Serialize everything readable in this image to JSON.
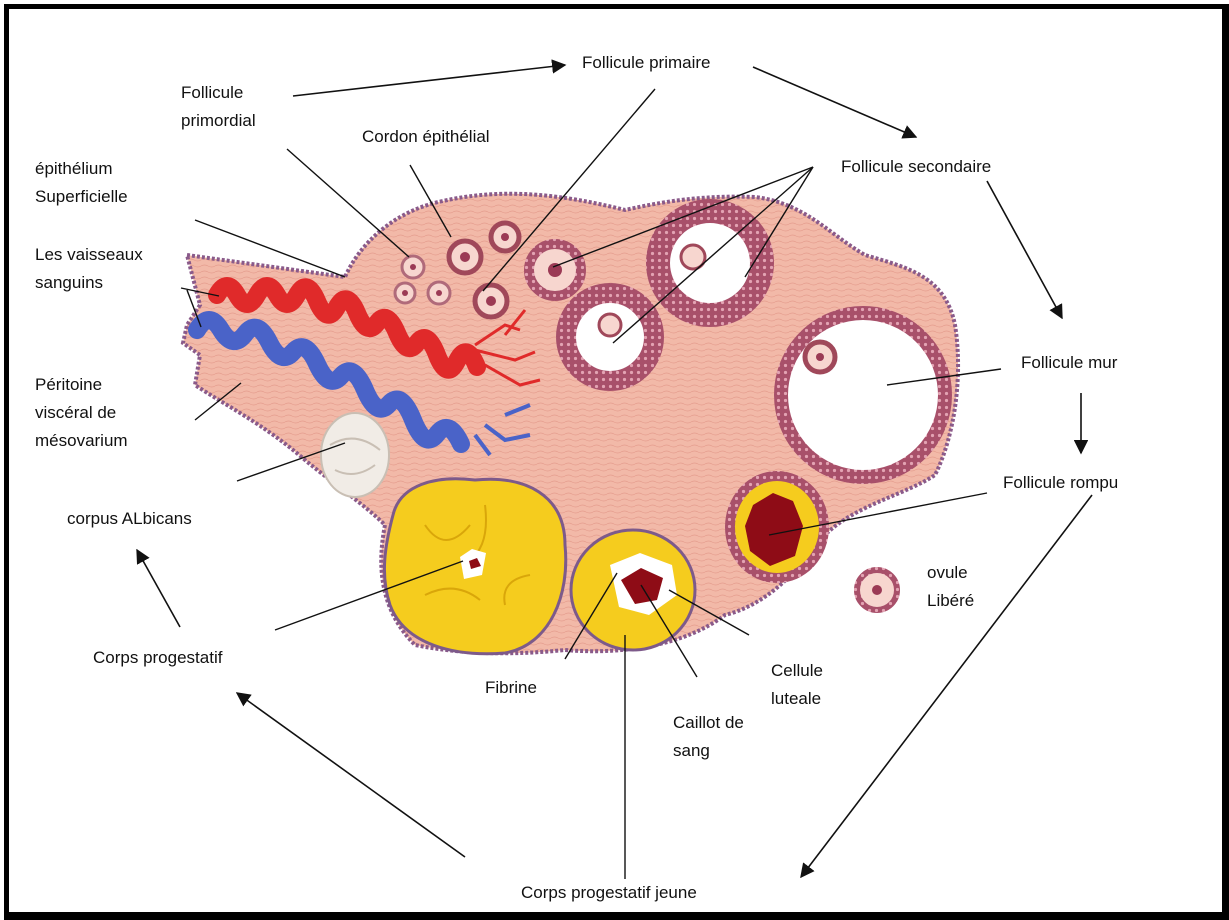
{
  "labels": {
    "follicule_primordial": "Follicule\nprimordial",
    "follicule_primaire": "Follicule primaire",
    "cordon_epithelial": "Cordon épithélial",
    "epithelium_superficielle": "épithélium\nSuperficielle",
    "vaisseaux_sanguins": "Les vaisseaux\nsanguins",
    "follicule_secondaire": "Follicule secondaire",
    "peritoine": "Péritoine\nviscéral de\nmésovarium",
    "follicule_mur": "Follicule mur",
    "follicule_rompu": "Follicule rompu",
    "corpus_albicans": "corpus ALbicans",
    "ovule_libere": "ovule\nLibéré",
    "corps_progestatif": "Corps progestatif",
    "fibrine": "Fibrine",
    "cellule_luteale": "Cellule\nluteale",
    "caillot_de_sang": "Caillot de\nsang",
    "corps_progestatif_jeune": "Corps progestatif jeune"
  },
  "colors": {
    "stroma": "#f2b9a8",
    "stroma_edge": "#8a5a8a",
    "artery": "#e02a2a",
    "vein": "#4a63c8",
    "luteal": "#f5cc1e",
    "clot": "#8e0c16",
    "albicans": "#f1ece6",
    "follicle_ring": "#a0485a",
    "antrum": "#ffffff"
  }
}
